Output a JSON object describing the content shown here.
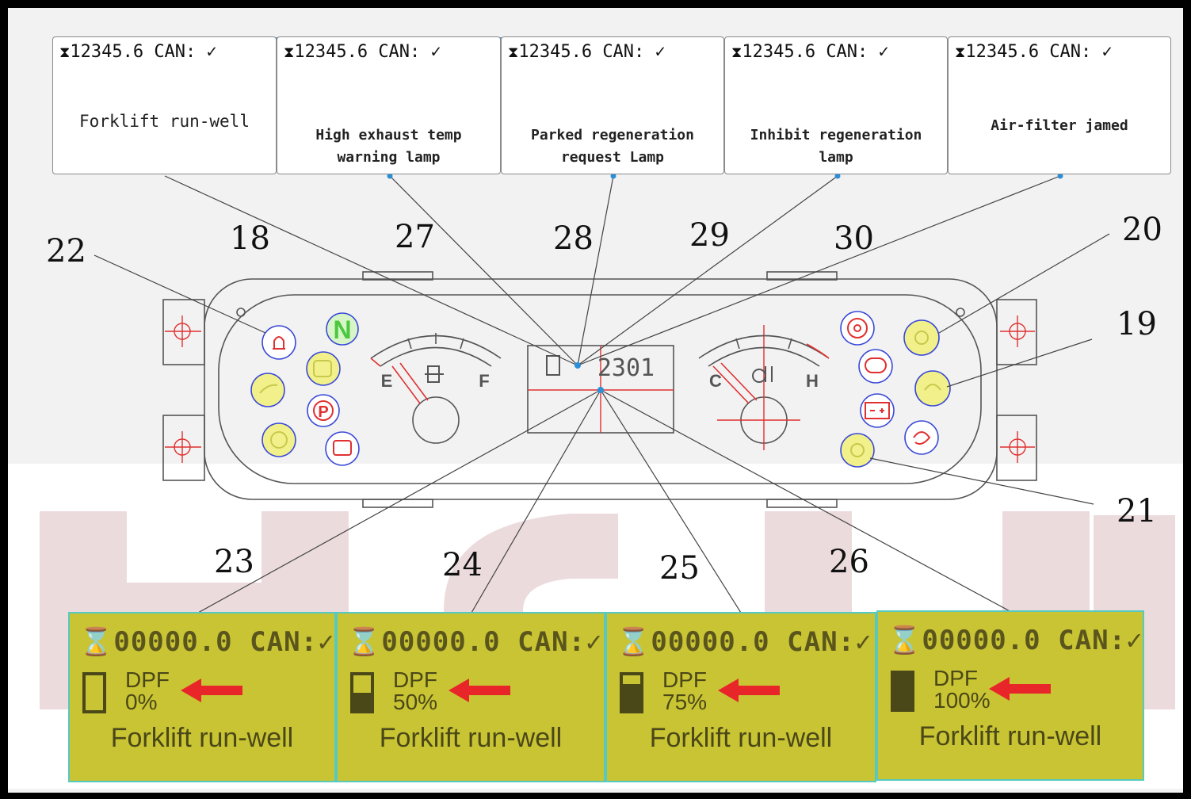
{
  "callouts": [
    {
      "odometer": "12345.6",
      "can_status": "CAN: ✓",
      "message": "Forklift run-well"
    },
    {
      "odometer": "12345.6",
      "can_status": "CAN: ✓",
      "message": "High exhaust temp\nwarning lamp"
    },
    {
      "odometer": "12345.6",
      "can_status": "CAN: ✓",
      "message": "Parked regeneration\nrequest Lamp"
    },
    {
      "odometer": "12345.6",
      "can_status": "CAN: ✓",
      "message": "Inhibit regeneration\nlamp"
    },
    {
      "odometer": "12345.6",
      "can_status": "CAN: ✓",
      "message": "Air-filter jamed"
    }
  ],
  "labels": {
    "n18": "18",
    "n27": "27",
    "n28": "28",
    "n29": "29",
    "n30": "30",
    "n22": "22",
    "n20": "20",
    "n19": "19",
    "n21": "21",
    "n23": "23",
    "n24": "24",
    "n25": "25",
    "n26": "26"
  },
  "dashboard": {
    "fuel_gauge": {
      "empty": "E",
      "full": "F"
    },
    "temp_gauge": {
      "cold": "C",
      "hot": "H"
    },
    "display_reading": "2301",
    "neutral_indicator": "N",
    "parking_indicator": "P"
  },
  "lcd_panels": [
    {
      "odometer": "00000.0",
      "can_status": "CAN:✓",
      "dpf_label": "DPF",
      "dpf_level": "0%",
      "dpf_fill": 0,
      "status": "Forklift run-well"
    },
    {
      "odometer": "00000.0",
      "can_status": "CAN:✓",
      "dpf_label": "DPF",
      "dpf_level": "50%",
      "dpf_fill": 0.5,
      "status": "Forklift run-well"
    },
    {
      "odometer": "00000.0",
      "can_status": "CAN:✓",
      "dpf_label": "DPF",
      "dpf_level": "75%",
      "dpf_fill": 0.75,
      "status": "Forklift run-well"
    },
    {
      "odometer": "00000.0",
      "can_status": "CAN:✓",
      "dpf_label": "DPF",
      "dpf_level": "100%",
      "dpf_fill": 1.0,
      "status": "Forklift run-well"
    }
  ],
  "colors": {
    "lcd_bg": "#c9c433",
    "lcd_text": "#4a4718",
    "arrow": "#e8262a",
    "warning_red": "#e03030",
    "indicator_yellow": "#f2f08a",
    "indicator_blue": "#3848d8",
    "watermark": "#e9d9dc"
  }
}
